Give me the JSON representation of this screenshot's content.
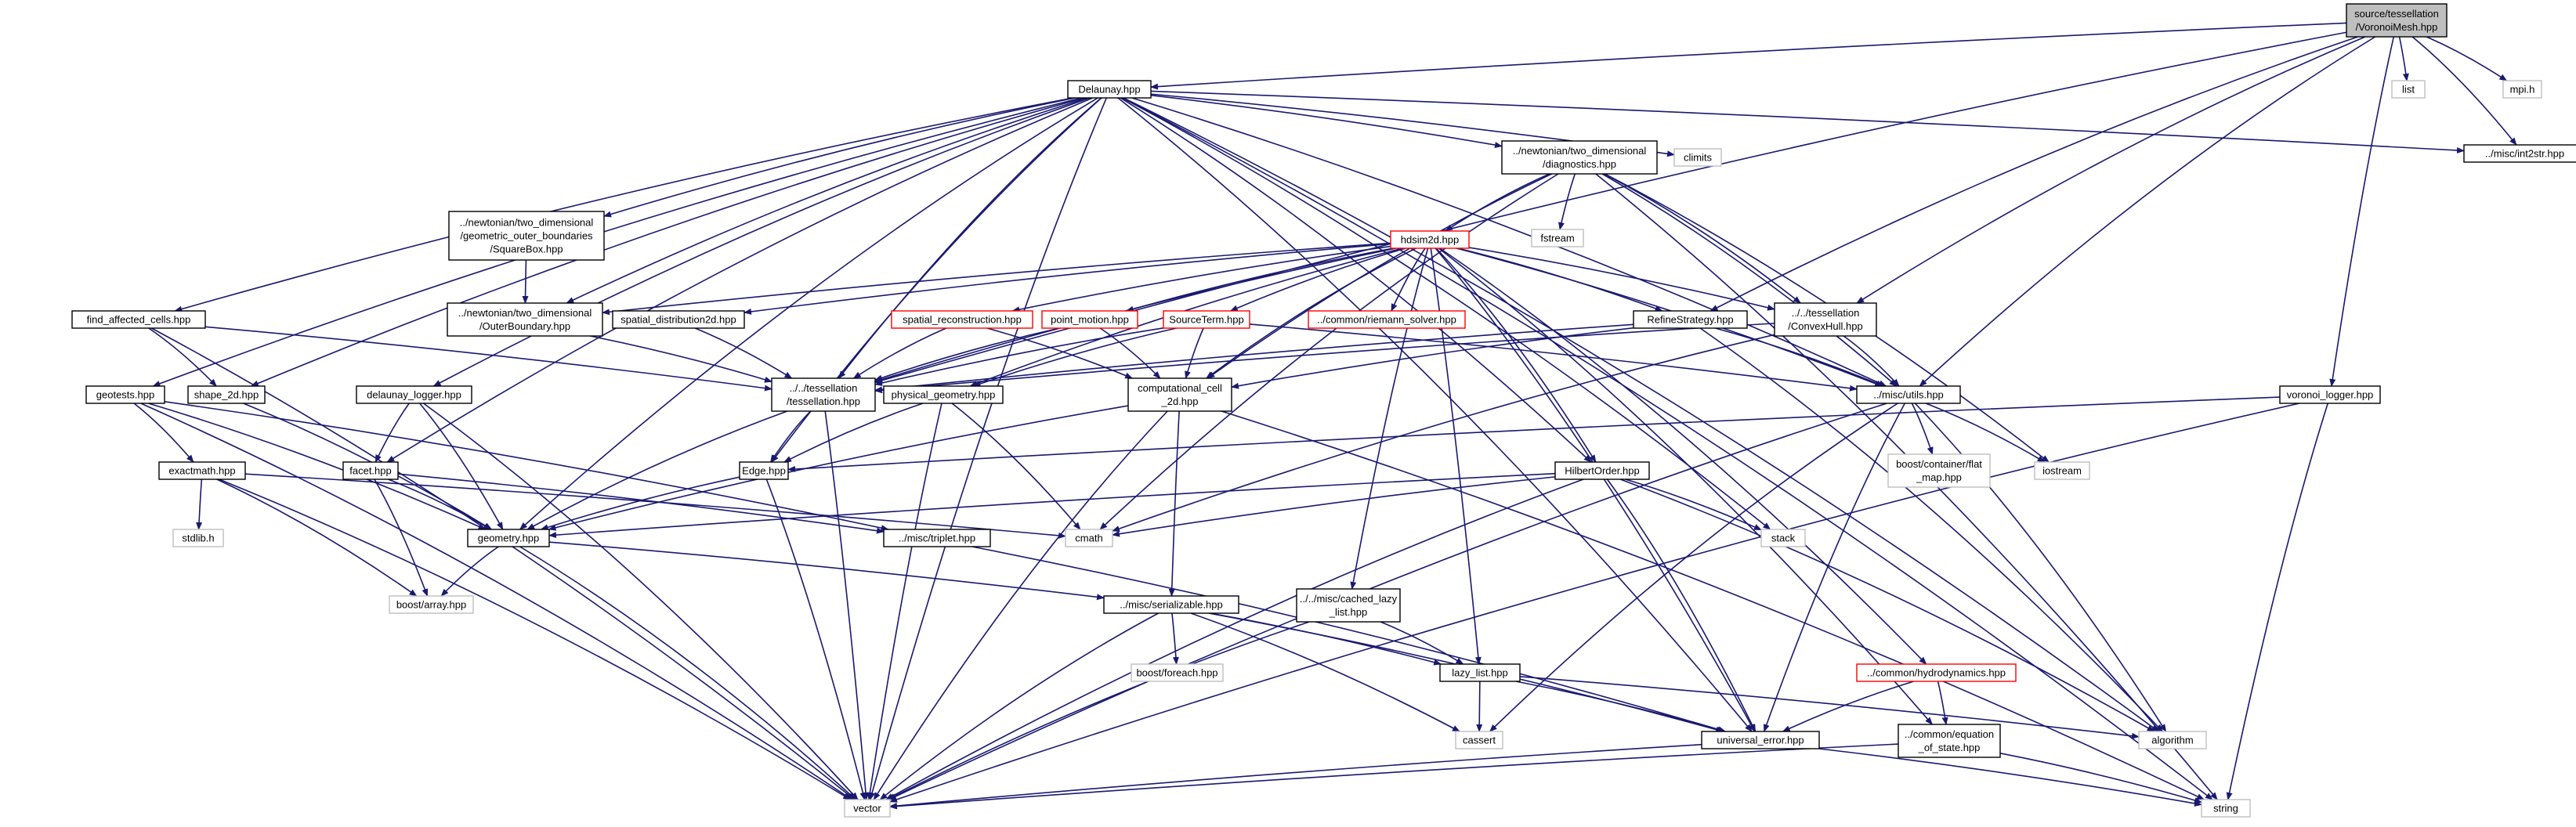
{
  "diagram": {
    "type": "include-dependency-graph",
    "colors": {
      "edge": "#191970",
      "root_fill": "#bfbfbf",
      "documented_border": "#000000",
      "undocumented_border": "#ff0000",
      "system_border": "#bfbfbf"
    },
    "nodes": [
      {
        "id": "root",
        "lines": [
          "source/tessellation",
          "/VoronoiMesh.hpp"
        ],
        "kind": "root"
      },
      {
        "id": "delaunay",
        "lines": [
          "Delaunay.hpp"
        ],
        "kind": "doc"
      },
      {
        "id": "list",
        "lines": [
          "list"
        ],
        "kind": "sys"
      },
      {
        "id": "mpi",
        "lines": [
          "mpi.h"
        ],
        "kind": "sys"
      },
      {
        "id": "int2str",
        "lines": [
          "../misc/int2str.hpp"
        ],
        "kind": "doc"
      },
      {
        "id": "diagnostics",
        "lines": [
          "../newtonian/two_dimensional",
          "/diagnostics.hpp"
        ],
        "kind": "doc"
      },
      {
        "id": "climits",
        "lines": [
          "climits"
        ],
        "kind": "sys"
      },
      {
        "id": "squarebox",
        "lines": [
          "../newtonian/two_dimensional",
          "/geometric_outer_boundaries",
          "/SquareBox.hpp"
        ],
        "kind": "doc"
      },
      {
        "id": "fstream",
        "lines": [
          "fstream"
        ],
        "kind": "sys"
      },
      {
        "id": "hdsim",
        "lines": [
          "hdsim2d.hpp"
        ],
        "kind": "undoc"
      },
      {
        "id": "findcells",
        "lines": [
          "find_affected_cells.hpp"
        ],
        "kind": "doc"
      },
      {
        "id": "outerboundary",
        "lines": [
          "../newtonian/two_dimensional",
          "/OuterBoundary.hpp"
        ],
        "kind": "doc"
      },
      {
        "id": "spatialdist",
        "lines": [
          "spatial_distribution2d.hpp"
        ],
        "kind": "doc"
      },
      {
        "id": "spatialrecon",
        "lines": [
          "spatial_reconstruction.hpp"
        ],
        "kind": "undoc"
      },
      {
        "id": "pointmotion",
        "lines": [
          "point_motion.hpp"
        ],
        "kind": "undoc"
      },
      {
        "id": "sourceterm",
        "lines": [
          "SourceTerm.hpp"
        ],
        "kind": "undoc"
      },
      {
        "id": "riemann",
        "lines": [
          "../common/riemann_solver.hpp"
        ],
        "kind": "undoc"
      },
      {
        "id": "refine",
        "lines": [
          "RefineStrategy.hpp"
        ],
        "kind": "doc"
      },
      {
        "id": "convexhull",
        "lines": [
          "../../tessellation",
          "/ConvexHull.hpp"
        ],
        "kind": "doc"
      },
      {
        "id": "geotests",
        "lines": [
          "geotests.hpp"
        ],
        "kind": "doc"
      },
      {
        "id": "shape2d",
        "lines": [
          "shape_2d.hpp"
        ],
        "kind": "doc"
      },
      {
        "id": "dlogger",
        "lines": [
          "delaunay_logger.hpp"
        ],
        "kind": "doc"
      },
      {
        "id": "tessellation",
        "lines": [
          "../../tessellation",
          "/tessellation.hpp"
        ],
        "kind": "doc"
      },
      {
        "id": "physgeom",
        "lines": [
          "physical_geometry.hpp"
        ],
        "kind": "doc"
      },
      {
        "id": "compcell",
        "lines": [
          "computational_cell",
          "_2d.hpp"
        ],
        "kind": "doc"
      },
      {
        "id": "utils",
        "lines": [
          "../misc/utils.hpp"
        ],
        "kind": "doc"
      },
      {
        "id": "vlogger",
        "lines": [
          "voronoi_logger.hpp"
        ],
        "kind": "doc"
      },
      {
        "id": "exactmath",
        "lines": [
          "exactmath.hpp"
        ],
        "kind": "doc"
      },
      {
        "id": "facet",
        "lines": [
          "facet.hpp"
        ],
        "kind": "doc"
      },
      {
        "id": "edge",
        "lines": [
          "Edge.hpp"
        ],
        "kind": "doc"
      },
      {
        "id": "hilbert",
        "lines": [
          "HilbertOrder.hpp"
        ],
        "kind": "doc"
      },
      {
        "id": "flatmap",
        "lines": [
          "boost/container/flat",
          "_map.hpp"
        ],
        "kind": "sys"
      },
      {
        "id": "iostream",
        "lines": [
          "iostream"
        ],
        "kind": "sys"
      },
      {
        "id": "stdlib",
        "lines": [
          "stdlib.h"
        ],
        "kind": "sys"
      },
      {
        "id": "geometry",
        "lines": [
          "geometry.hpp"
        ],
        "kind": "doc"
      },
      {
        "id": "triplet",
        "lines": [
          "../misc/triplet.hpp"
        ],
        "kind": "doc"
      },
      {
        "id": "cmath",
        "lines": [
          "cmath"
        ],
        "kind": "sys"
      },
      {
        "id": "stack",
        "lines": [
          "stack"
        ],
        "kind": "sys"
      },
      {
        "id": "boostarray",
        "lines": [
          "boost/array.hpp"
        ],
        "kind": "sys"
      },
      {
        "id": "serializable",
        "lines": [
          "../misc/serializable.hpp"
        ],
        "kind": "doc"
      },
      {
        "id": "cachedlazy",
        "lines": [
          "../../misc/cached_lazy",
          "_list.hpp"
        ],
        "kind": "doc"
      },
      {
        "id": "lazylist",
        "lines": [
          "lazy_list.hpp"
        ],
        "kind": "doc"
      },
      {
        "id": "hydrodynamics",
        "lines": [
          "../common/hydrodynamics.hpp"
        ],
        "kind": "undoc"
      },
      {
        "id": "boostforeach",
        "lines": [
          "boost/foreach.hpp"
        ],
        "kind": "sys"
      },
      {
        "id": "cassert",
        "lines": [
          "cassert"
        ],
        "kind": "sys"
      },
      {
        "id": "univerror",
        "lines": [
          "universal_error.hpp"
        ],
        "kind": "doc"
      },
      {
        "id": "algorithm",
        "lines": [
          "algorithm"
        ],
        "kind": "sys"
      },
      {
        "id": "eos",
        "lines": [
          "../common/equation",
          "_of_state.hpp"
        ],
        "kind": "doc"
      },
      {
        "id": "vector",
        "lines": [
          "vector"
        ],
        "kind": "sys"
      },
      {
        "id": "string",
        "lines": [
          "string"
        ],
        "kind": "sys"
      }
    ],
    "edges": [
      [
        "root",
        "delaunay"
      ],
      [
        "root",
        "list"
      ],
      [
        "root",
        "mpi"
      ],
      [
        "root",
        "int2str"
      ],
      [
        "root",
        "tessellation"
      ],
      [
        "root",
        "utils"
      ],
      [
        "root",
        "vlogger"
      ],
      [
        "root",
        "refine"
      ],
      [
        "root",
        "convexhull"
      ],
      [
        "delaunay",
        "diagnostics"
      ],
      [
        "delaunay",
        "climits"
      ],
      [
        "delaunay",
        "int2str"
      ],
      [
        "delaunay",
        "squarebox"
      ],
      [
        "delaunay",
        "outerboundary"
      ],
      [
        "delaunay",
        "findcells"
      ],
      [
        "delaunay",
        "geotests"
      ],
      [
        "delaunay",
        "shape2d"
      ],
      [
        "delaunay",
        "dlogger"
      ],
      [
        "delaunay",
        "facet"
      ],
      [
        "delaunay",
        "geometry"
      ],
      [
        "delaunay",
        "tessellation"
      ],
      [
        "delaunay",
        "edge"
      ],
      [
        "delaunay",
        "vector"
      ],
      [
        "delaunay",
        "utils"
      ],
      [
        "delaunay",
        "hilbert"
      ],
      [
        "delaunay",
        "stack"
      ],
      [
        "delaunay",
        "algorithm"
      ],
      [
        "delaunay",
        "univerror"
      ],
      [
        "delaunay",
        "string"
      ],
      [
        "diagnostics",
        "hdsim"
      ],
      [
        "diagnostics",
        "fstream"
      ],
      [
        "diagnostics",
        "convexhull"
      ],
      [
        "diagnostics",
        "utils"
      ],
      [
        "diagnostics",
        "cmath"
      ],
      [
        "diagnostics",
        "iostream"
      ],
      [
        "diagnostics",
        "string"
      ],
      [
        "diagnostics",
        "compcell"
      ],
      [
        "squarebox",
        "outerboundary"
      ],
      [
        "outerboundary",
        "tessellation"
      ],
      [
        "hdsim",
        "outerboundary"
      ],
      [
        "hdsim",
        "spatialdist"
      ],
      [
        "hdsim",
        "spatialrecon"
      ],
      [
        "hdsim",
        "pointmotion"
      ],
      [
        "hdsim",
        "sourceterm"
      ],
      [
        "hdsim",
        "riemann"
      ],
      [
        "hdsim",
        "refine"
      ],
      [
        "hdsim",
        "convexhull"
      ],
      [
        "hdsim",
        "utils"
      ],
      [
        "hdsim",
        "tessellation"
      ],
      [
        "hdsim",
        "physgeom"
      ],
      [
        "hdsim",
        "compcell"
      ],
      [
        "hdsim",
        "hilbert"
      ],
      [
        "hdsim",
        "cachedlazy"
      ],
      [
        "hdsim",
        "lazylist"
      ],
      [
        "hdsim",
        "hydrodynamics"
      ],
      [
        "hdsim",
        "eos"
      ],
      [
        "hdsim",
        "univerror"
      ],
      [
        "findcells",
        "tessellation"
      ],
      [
        "findcells",
        "shape2d"
      ],
      [
        "findcells",
        "vector"
      ],
      [
        "spatialdist",
        "tessellation"
      ],
      [
        "spatialrecon",
        "tessellation"
      ],
      [
        "spatialrecon",
        "compcell"
      ],
      [
        "pointmotion",
        "tessellation"
      ],
      [
        "pointmotion",
        "compcell"
      ],
      [
        "sourceterm",
        "tessellation"
      ],
      [
        "sourceterm",
        "physgeom"
      ],
      [
        "sourceterm",
        "compcell"
      ],
      [
        "sourceterm",
        "utils"
      ],
      [
        "refine",
        "tessellation"
      ],
      [
        "refine",
        "compcell"
      ],
      [
        "refine",
        "utils"
      ],
      [
        "refine",
        "algorithm"
      ],
      [
        "convexhull",
        "tessellation"
      ],
      [
        "convexhull",
        "utils"
      ],
      [
        "convexhull",
        "cmath"
      ],
      [
        "geotests",
        "exactmath"
      ],
      [
        "geotests",
        "geometry"
      ],
      [
        "geotests",
        "triplet"
      ],
      [
        "geotests",
        "vector"
      ],
      [
        "shape2d",
        "geometry"
      ],
      [
        "dlogger",
        "facet"
      ],
      [
        "dlogger",
        "geometry"
      ],
      [
        "dlogger",
        "vector"
      ],
      [
        "tessellation",
        "edge"
      ],
      [
        "tessellation",
        "geometry"
      ],
      [
        "tessellation",
        "vector"
      ],
      [
        "physgeom",
        "edge"
      ],
      [
        "physgeom",
        "cmath"
      ],
      [
        "physgeom",
        "vector"
      ],
      [
        "compcell",
        "serializable"
      ],
      [
        "compcell",
        "geometry"
      ],
      [
        "compcell",
        "vector"
      ],
      [
        "compcell",
        "string"
      ],
      [
        "utils",
        "flatmap"
      ],
      [
        "utils",
        "iostream"
      ],
      [
        "utils",
        "algorithm"
      ],
      [
        "utils",
        "vector"
      ],
      [
        "utils",
        "univerror"
      ],
      [
        "utils",
        "cassert"
      ],
      [
        "vlogger",
        "edge"
      ],
      [
        "vlogger",
        "vector"
      ],
      [
        "vlogger",
        "string"
      ],
      [
        "exactmath",
        "stdlib"
      ],
      [
        "exactmath",
        "boostarray"
      ],
      [
        "exactmath",
        "vector"
      ],
      [
        "exactmath",
        "cmath"
      ],
      [
        "facet",
        "geometry"
      ],
      [
        "facet",
        "boostarray"
      ],
      [
        "facet",
        "triplet"
      ],
      [
        "edge",
        "geometry"
      ],
      [
        "edge",
        "vector"
      ],
      [
        "hilbert",
        "geometry"
      ],
      [
        "hilbert",
        "cmath"
      ],
      [
        "hilbert",
        "stack"
      ],
      [
        "hilbert",
        "algorithm"
      ],
      [
        "hilbert",
        "univerror"
      ],
      [
        "hilbert",
        "vector"
      ],
      [
        "geometry",
        "boostarray"
      ],
      [
        "geometry",
        "serializable"
      ],
      [
        "geometry",
        "vector"
      ],
      [
        "triplet",
        "univerror"
      ],
      [
        "serializable",
        "boostforeach"
      ],
      [
        "serializable",
        "lazylist"
      ],
      [
        "serializable",
        "cassert"
      ],
      [
        "serializable",
        "vector"
      ],
      [
        "serializable",
        "univerror"
      ],
      [
        "cachedlazy",
        "lazylist"
      ],
      [
        "cachedlazy",
        "vector"
      ],
      [
        "lazylist",
        "cassert"
      ],
      [
        "lazylist",
        "univerror"
      ],
      [
        "lazylist",
        "algorithm"
      ],
      [
        "hydrodynamics",
        "eos"
      ],
      [
        "hydrodynamics",
        "univerror"
      ],
      [
        "univerror",
        "vector"
      ],
      [
        "univerror",
        "string"
      ],
      [
        "eos",
        "vector"
      ],
      [
        "eos",
        "string"
      ]
    ]
  }
}
